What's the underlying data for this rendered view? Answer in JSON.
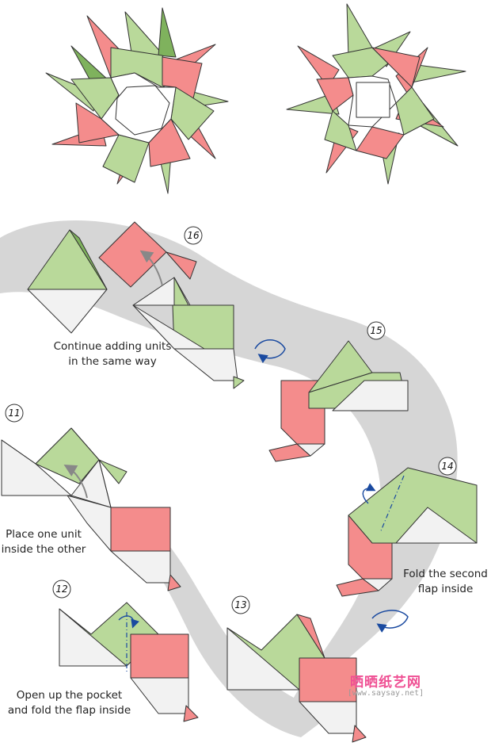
{
  "steps": {
    "s11": "11",
    "s12": "12",
    "s13": "13",
    "s14": "14",
    "s15": "15",
    "s16": "16"
  },
  "captions": {
    "continue": [
      "Continue adding units",
      "in the same way"
    ],
    "place": [
      "Place one unit",
      "inside the other"
    ],
    "fold_second": [
      "Fold the second",
      "flap inside"
    ],
    "open_pocket": [
      "Open up the pocket",
      "and fold the flap inside"
    ]
  },
  "watermark": {
    "cn": "晒晒纸艺网",
    "url": "[www.saysay.net]"
  },
  "colors": {
    "green": "#b9d99a",
    "green_dark": "#7fb25d",
    "red": "#f48c8c",
    "red_dark": "#e25a5a",
    "white_paper": "#f2f2f2",
    "shadow_path": "#d8d8d8",
    "arrow_blue": "#1a4aa0"
  }
}
